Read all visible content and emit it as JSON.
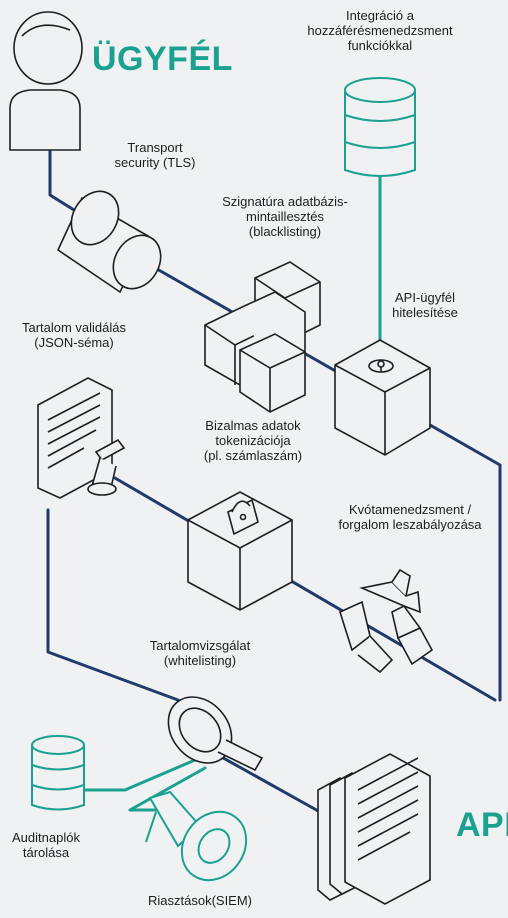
{
  "titles": {
    "client": "ÜGYFÉL",
    "api": "API"
  },
  "colors": {
    "background": "#f0f1f3",
    "outline": "#1b1f24",
    "connector_dark": "#1f3a6b",
    "connector_teal": "#1aa190",
    "accent_teal": "#1aa190"
  },
  "labels": {
    "integration": [
      "Integráció a",
      "hozzáférésmenedzsment",
      "funkciókkal"
    ],
    "transport": [
      "Transport",
      "security (TLS)"
    ],
    "signature": [
      "Szignatúra adatbázis-",
      "mintaillesztés",
      "(blacklisting)"
    ],
    "api_client_auth": [
      "API-ügyfél",
      "hitelesítése"
    ],
    "content_validation": [
      "Tartalom validálás",
      "(JSON-séma)"
    ],
    "tokenization": [
      "Bizalmas adatok",
      "tokenizációja",
      "(pl. számlaszám)"
    ],
    "quota": [
      "Kvótamenedzsment /",
      "forgalom leszabályozása"
    ],
    "content_inspection": [
      "Tartalomvizsgálat",
      "(whitelisting)"
    ],
    "audit_logs": [
      "Auditnaplók",
      "tárolása"
    ],
    "alerts": [
      "Riasztások(SIEM)"
    ]
  }
}
